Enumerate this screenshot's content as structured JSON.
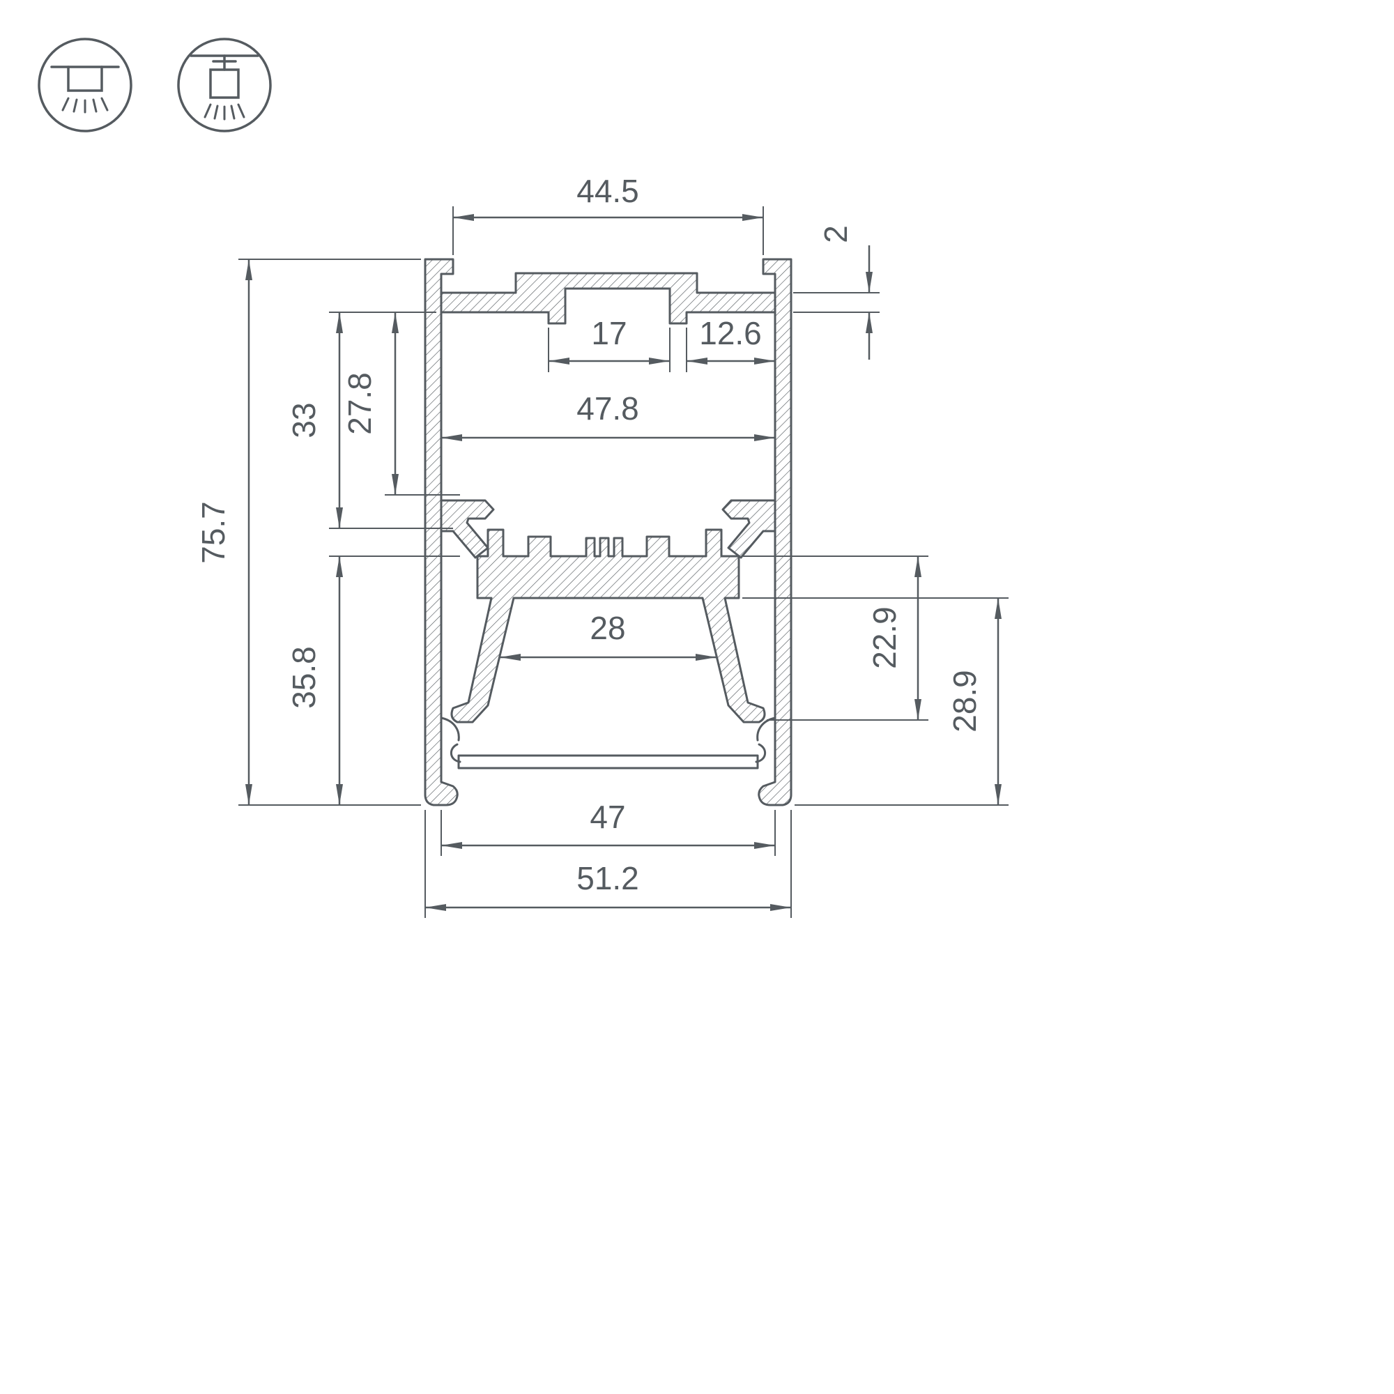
{
  "canvas": {
    "background": "#ffffff",
    "line_color": "#555b60"
  },
  "mount_icons": {
    "surface": "surface-mount-icon",
    "pendant": "pendant-mount-icon"
  },
  "dimensions": {
    "top_opening": "44.5",
    "top_wall_thickness": "2",
    "slot_width": "17",
    "slot_to_wall": "12.6",
    "inner_width": "47.8",
    "recess_depth": "27.8",
    "upper_chamber_depth": "33",
    "overall_height": "75.7",
    "lower_chamber_depth": "35.8",
    "carrier_opening_width": "28",
    "carrier_height": "22.9",
    "bottom_section_height": "28.9",
    "diffuser_opening": "47",
    "overall_width": "51.2"
  }
}
